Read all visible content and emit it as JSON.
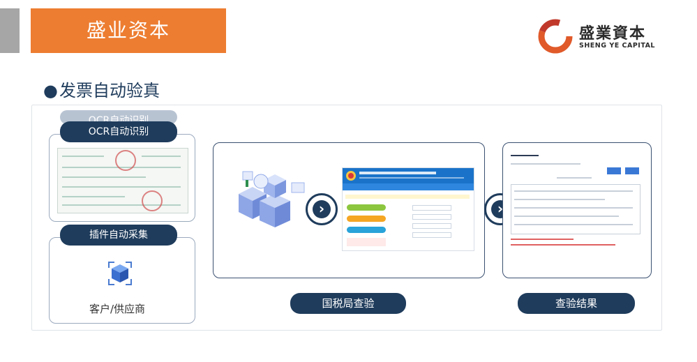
{
  "header": {
    "title": "盛业资本",
    "logo_zh": "盛業資本",
    "logo_en": "SHENG YE CAPITAL"
  },
  "section": {
    "bullet": "●",
    "title": "发票自动验真"
  },
  "left_column": {
    "ghost_label": "OCR自动识别",
    "ocr_label": "OCR自动识别",
    "plugin_label": "插件自动采集",
    "customer_label": "客户/供应商"
  },
  "steps": {
    "tax_bureau_label": "国税局查验",
    "result_label": "查验结果"
  },
  "colors": {
    "orange": "#ed7d31",
    "navy": "#1f3c5c",
    "tax_blue": "#1a73c9"
  },
  "icons": [
    "chevron-right-icon",
    "chevron-right-icon",
    "customer-cube-icon"
  ]
}
